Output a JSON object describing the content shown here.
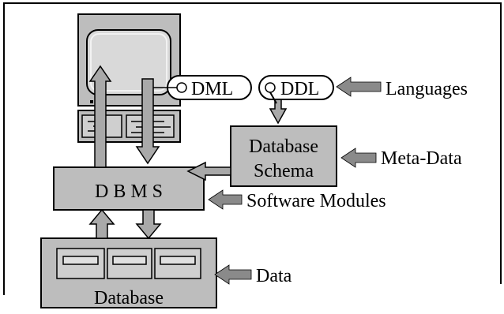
{
  "diagram": {
    "languages": {
      "dml": "DML",
      "ddl": "DDL",
      "caption": "Languages"
    },
    "schema": {
      "line1": "Database",
      "line2": "Schema",
      "caption": "Meta-Data"
    },
    "dbms": {
      "label": "D B M S",
      "caption": "Software Modules"
    },
    "database": {
      "label": "Database",
      "caption": "Data"
    }
  },
  "colors": {
    "box_fill": "#bdbdbd",
    "arrow_fill": "#a9a9a9",
    "pointer_fill": "#8a8a8a",
    "border": "#000000"
  }
}
